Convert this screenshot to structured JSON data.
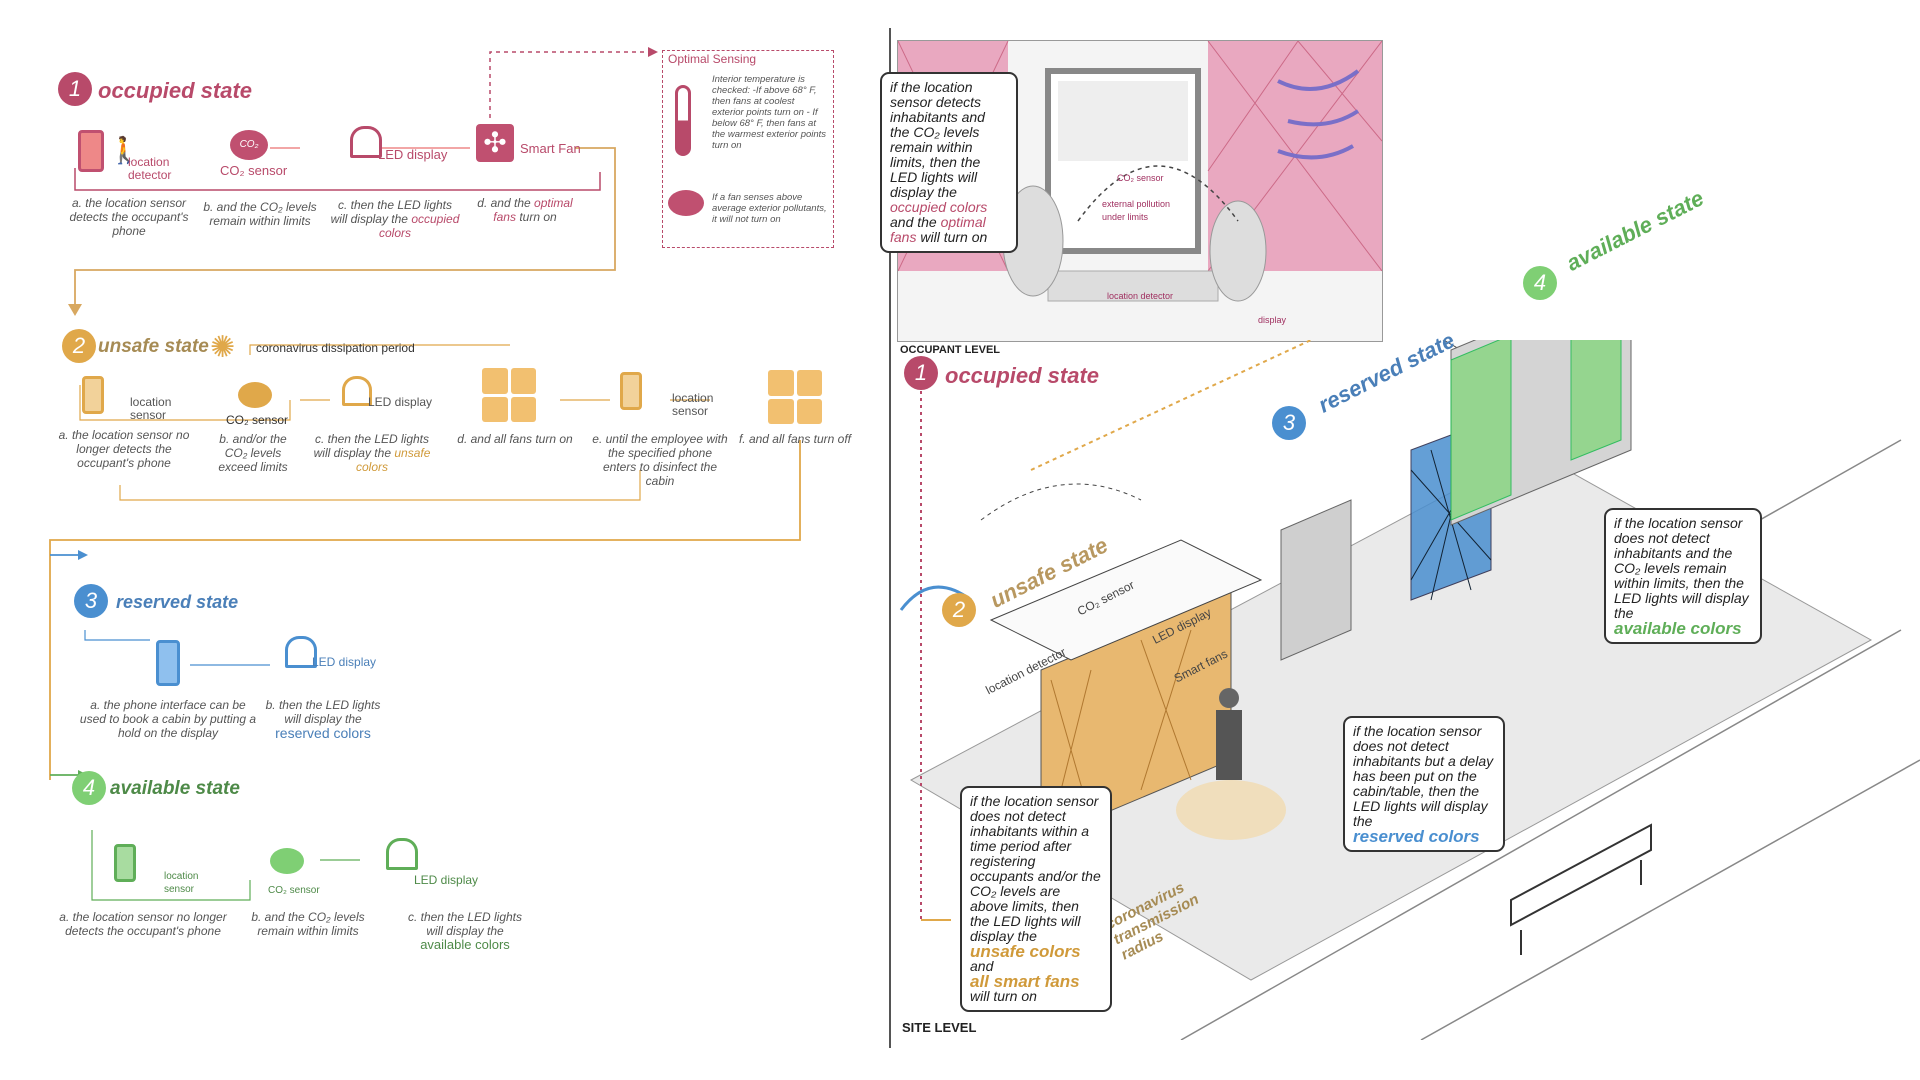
{
  "colors": {
    "occupied": "#b84a6a",
    "unsafe": "#e0a84a",
    "reserved": "#4a8fd0",
    "available": "#5fae58"
  },
  "states": [
    {
      "num": "1",
      "title": "occupied state",
      "items": [
        {
          "icon": "phone-icon",
          "label": "location detector",
          "caption": "a. the location sensor detects the occupant's phone"
        },
        {
          "icon": "co2-sensor-icon",
          "label": "CO₂ sensor",
          "caption": "b. and the CO₂ levels remain within limits"
        },
        {
          "icon": "led-display-icon",
          "label": "LED display",
          "caption_pre": "c. then the LED lights will display the",
          "caption_hl": "occupied colors"
        },
        {
          "icon": "fan-icon",
          "label": "Smart Fan",
          "caption_pre": "d. and the",
          "caption_hl": "optimal fans",
          "caption_post": "turn on"
        }
      ]
    },
    {
      "num": "2",
      "title": "unsafe state",
      "period": "coronavirus dissipation period",
      "items": [
        {
          "icon": "phone-icon",
          "label": "location sensor",
          "caption": "a. the location sensor no longer detects the occupant's phone"
        },
        {
          "icon": "co2-sensor-icon",
          "label": "CO₂ sensor",
          "caption": "b. and/or the CO₂ levels exceed limits"
        },
        {
          "icon": "led-display-icon",
          "label": "LED display",
          "caption_pre": "c. then the LED lights will display the",
          "caption_hl": "unsafe colors"
        },
        {
          "icon": "fan-icon",
          "label": "",
          "caption": "d. and all fans turn on"
        },
        {
          "icon": "phone-icon",
          "label": "location sensor",
          "caption": "e. until the employee with the specified phone enters to disinfect the cabin"
        },
        {
          "icon": "fan-icon",
          "label": "",
          "caption": "f. and all fans turn off"
        }
      ]
    },
    {
      "num": "3",
      "title": "reserved state",
      "items": [
        {
          "icon": "phone-icon",
          "label": "",
          "caption": "a. the phone interface can be used to book a cabin by putting a hold on the display"
        },
        {
          "icon": "led-display-icon",
          "label": "LED display",
          "caption_pre": "b. then the LED lights will display the",
          "caption_hl": "reserved colors"
        }
      ]
    },
    {
      "num": "4",
      "title": "available state",
      "items": [
        {
          "icon": "phone-icon",
          "label": "location sensor",
          "caption": "a. the location sensor no longer detects the occupant's phone"
        },
        {
          "icon": "co2-sensor-icon",
          "label": "CO₂ sensor",
          "caption": "b. and the CO₂ levels remain within limits"
        },
        {
          "icon": "led-display-icon",
          "label": "LED display",
          "caption_pre": "c. then the LED lights will display the",
          "caption_hl": "available colors"
        }
      ]
    }
  ],
  "optimal_sensing": {
    "title": "Optimal Sensing",
    "temp_text": "Interior temperature is checked: -If above 68° F, then fans at coolest exterior points turn on - If below 68° F, then fans at the warmest exterior points turn on",
    "pollutant_text": "If a fan senses above average exterior pollutants, it will not turn on"
  },
  "occupant_level": {
    "label": "OCCUPANT LEVEL",
    "callout_pre": "if the location sensor detects inhabitants and the CO₂ levels remain within limits, then the LED lights will display the",
    "callout_hl1": "occupied colors",
    "callout_mid": "and the",
    "callout_hl2": "optimal fans",
    "callout_post": "will turn on",
    "scene_labels": {
      "co2": "CO₂ sensor",
      "pollution": "external pollution under limits",
      "location": "location detector",
      "display": "display"
    }
  },
  "site_level": {
    "label": "SITE LEVEL",
    "states": [
      {
        "num": "1",
        "title": "occupied state"
      },
      {
        "num": "2",
        "title": "unsafe state"
      },
      {
        "num": "3",
        "title": "reserved state"
      },
      {
        "num": "4",
        "title": "available state"
      }
    ],
    "scene_labels": {
      "co2": "CO₂ sensor",
      "led": "LED display",
      "location": "location detector",
      "smart_fans": "Smart fans",
      "radius": "coronavirus transmission radius"
    },
    "callouts": [
      {
        "pre": "if the location sensor does not detect inhabitants and the CO₂ levels remain within limits, then the LED lights will display the",
        "hl": "available colors"
      },
      {
        "pre": "if the location sensor does not detect inhabitants but a delay has been put on the cabin/table, then the LED lights will display the",
        "hl": "reserved colors"
      },
      {
        "pre": "if the location sensor does not detect inhabitants within a time period after registering occupants and/or the CO₂ levels are above limits, then the LED lights will display the",
        "hl": "unsafe colors",
        "mid": "and",
        "hl2": "all smart fans",
        "post": "will turn on"
      }
    ]
  }
}
